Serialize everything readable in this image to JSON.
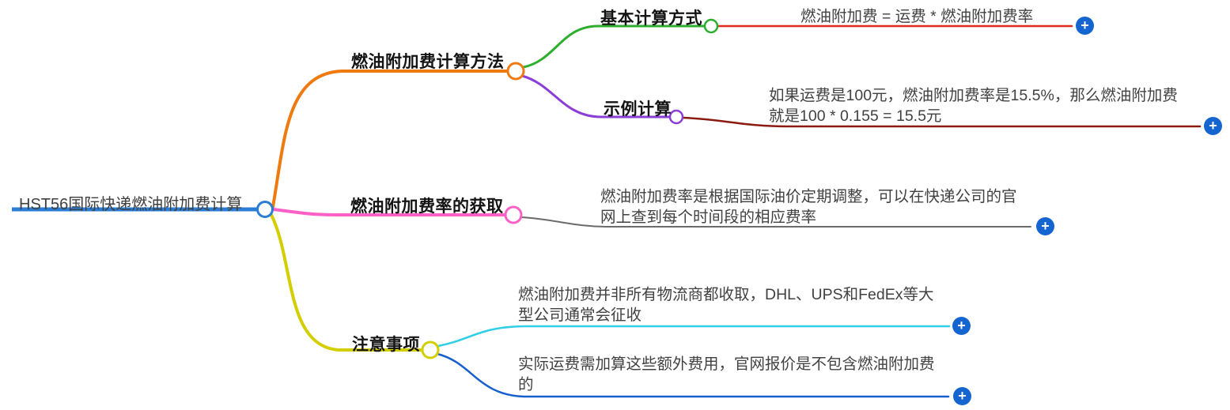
{
  "ui": {
    "plus_symbol": "+"
  },
  "colors": {
    "root_blue": "#2a7cd4",
    "orange": "#ee7a10",
    "green": "#2eae2e",
    "red": "#e02a1e",
    "purple": "#8a3ed6",
    "dark_red": "#8b1a10",
    "pink": "#fb60c6",
    "gray": "#6b6b6b",
    "yellow": "#d2ce00",
    "cyan": "#2fcfe8",
    "blue": "#185fce",
    "plus_button": "#1565d0",
    "node_fill": "#ffffff"
  },
  "root": {
    "label": "HST56国际快递燃油附加费计算"
  },
  "branches": [
    {
      "label": "燃油附加费计算方法",
      "children": [
        {
          "label": "基本计算方式",
          "content": "燃油附加费 = 运费 * 燃油附加费率"
        },
        {
          "label": "示例计算",
          "content": "如果运费是100元，燃油附加费率是15.5%，那么燃油附加费就是100 * 0.155 = 15.5元"
        }
      ]
    },
    {
      "label": "燃油附加费率的获取",
      "content": "燃油附加费率是根据国际油价定期调整，可以在快递公司的官网上查到每个时间段的相应费率"
    },
    {
      "label": "注意事项",
      "children": [
        {
          "content": "燃油附加费并非所有物流商都收取，DHL、UPS和FedEx等大型公司通常会征收"
        },
        {
          "content": "实际运费需加算这些额外费用，官网报价是不包含燃油附加费的"
        }
      ]
    }
  ]
}
